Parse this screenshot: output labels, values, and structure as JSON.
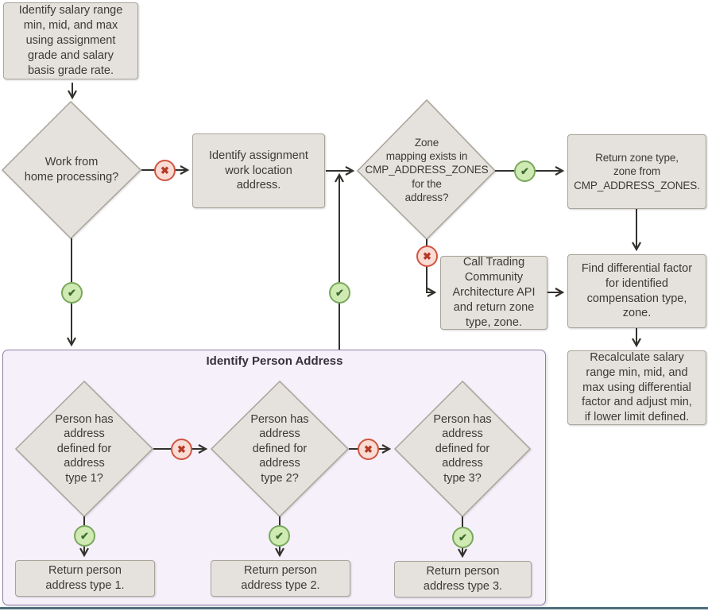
{
  "flowchart": {
    "nodes": {
      "salary_range": "Identify salary range\nmin, mid, and max\nusing assignment\ngrade and salary\nbasis grade rate.",
      "wfh_decision": "Work from\nhome processing?",
      "work_location": "Identify assignment\nwork location\naddress.",
      "zone_mapping_decision": "Zone\nmapping exists in\nCMP_ADDRESS_ZONES\nfor the\naddress?",
      "return_zone": "Return zone type,\nzone from\nCMP_ADDRESS_ZONES.",
      "call_tca": "Call Trading\nCommunity\nArchitecture API\nand return zone\ntype, zone.",
      "find_differential": "Find differential factor\nfor identified\ncompensation type,\nzone.",
      "recalculate": "Recalculate salary\nrange min, mid, and\nmax using differential\nfactor and adjust min,\nif lower limit defined.",
      "person_address_1": "Person has\naddress\ndefined for\naddress\ntype 1?",
      "person_address_2": "Person has\naddress\ndefined for\naddress\ntype 2?",
      "person_address_3": "Person has\naddress\ndefined for\naddress\ntype 3?",
      "return_address_1": "Return person\naddress type 1.",
      "return_address_2": "Return person\naddress type 2.",
      "return_address_3": "Return person\naddress type 3."
    },
    "group": {
      "title": "Identify Person Address"
    },
    "icons": {
      "yes_glyph": "✔",
      "no_glyph": "✖"
    },
    "colors": {
      "node_fill": "#e5e2dd",
      "node_border": "#a9a49a",
      "group_fill": "#f6f0fb",
      "group_border": "#8e7da7",
      "yes_fill": "#cfeab3",
      "yes_border": "#79a75d",
      "no_fill": "#f9dcd4",
      "no_border": "#d0543f",
      "edge": "#33312e",
      "bottom_rule": "#4e6e7b"
    }
  }
}
